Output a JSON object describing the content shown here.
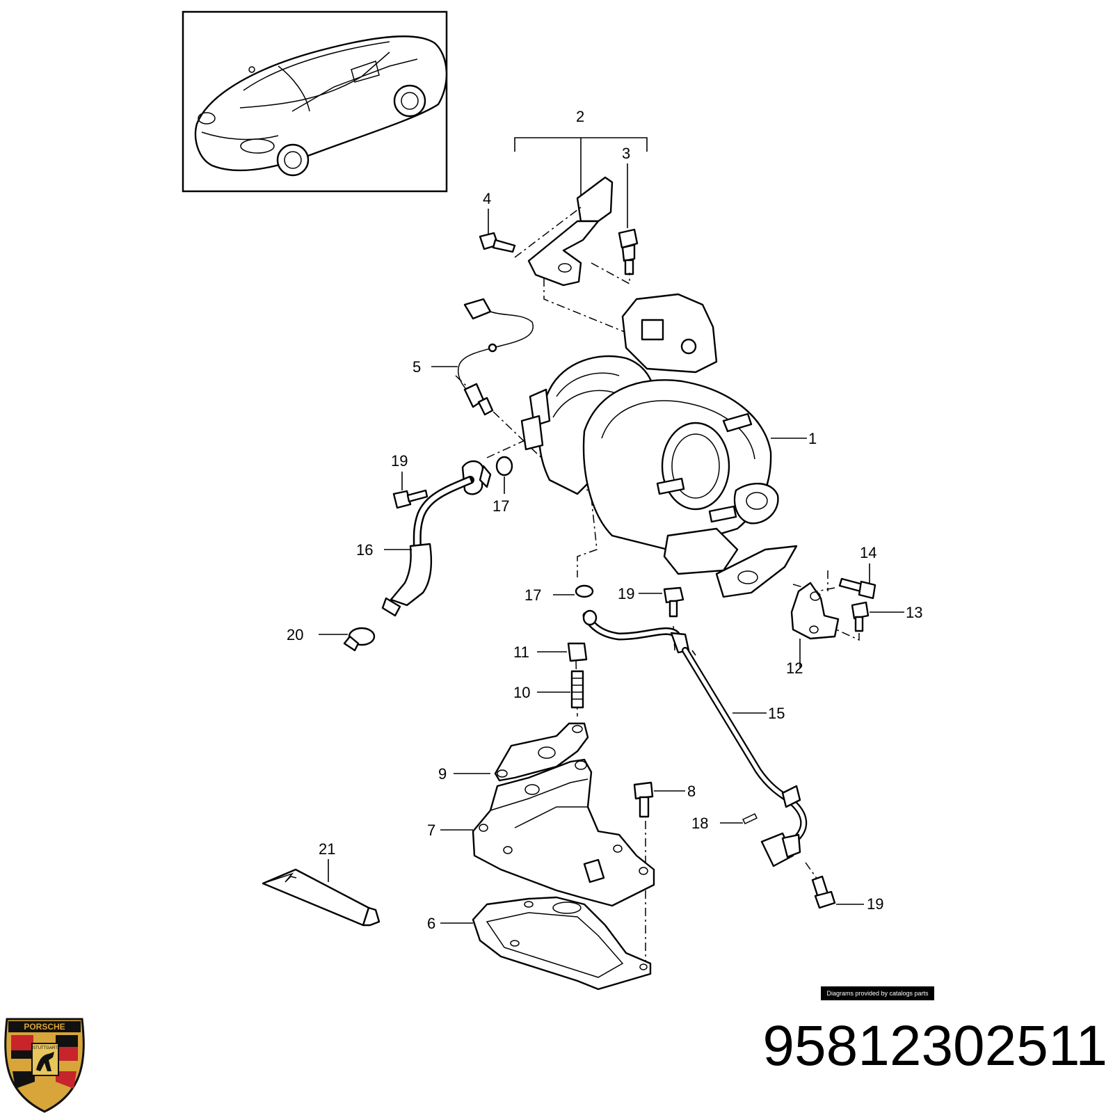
{
  "callouts": [
    {
      "n": "1"
    },
    {
      "n": "2"
    },
    {
      "n": "3"
    },
    {
      "n": "4"
    },
    {
      "n": "5"
    },
    {
      "n": "6"
    },
    {
      "n": "7"
    },
    {
      "n": "8"
    },
    {
      "n": "9"
    },
    {
      "n": "10"
    },
    {
      "n": "11"
    },
    {
      "n": "12"
    },
    {
      "n": "13"
    },
    {
      "n": "14"
    },
    {
      "n": "15"
    },
    {
      "n": "16"
    },
    {
      "n": "17"
    },
    {
      "n": "17"
    },
    {
      "n": "18"
    },
    {
      "n": "19"
    },
    {
      "n": "19"
    },
    {
      "n": "19"
    },
    {
      "n": "20"
    },
    {
      "n": "21"
    }
  ],
  "credit": "Diagrams provided by catalogs parts",
  "part_number": "95812302511",
  "logo": {
    "brand": "PORSCHE",
    "city": "STUTTGART"
  },
  "colors": {
    "logo_gold": "#d7a53a",
    "logo_red": "#c8242b",
    "logo_black": "#111111"
  }
}
